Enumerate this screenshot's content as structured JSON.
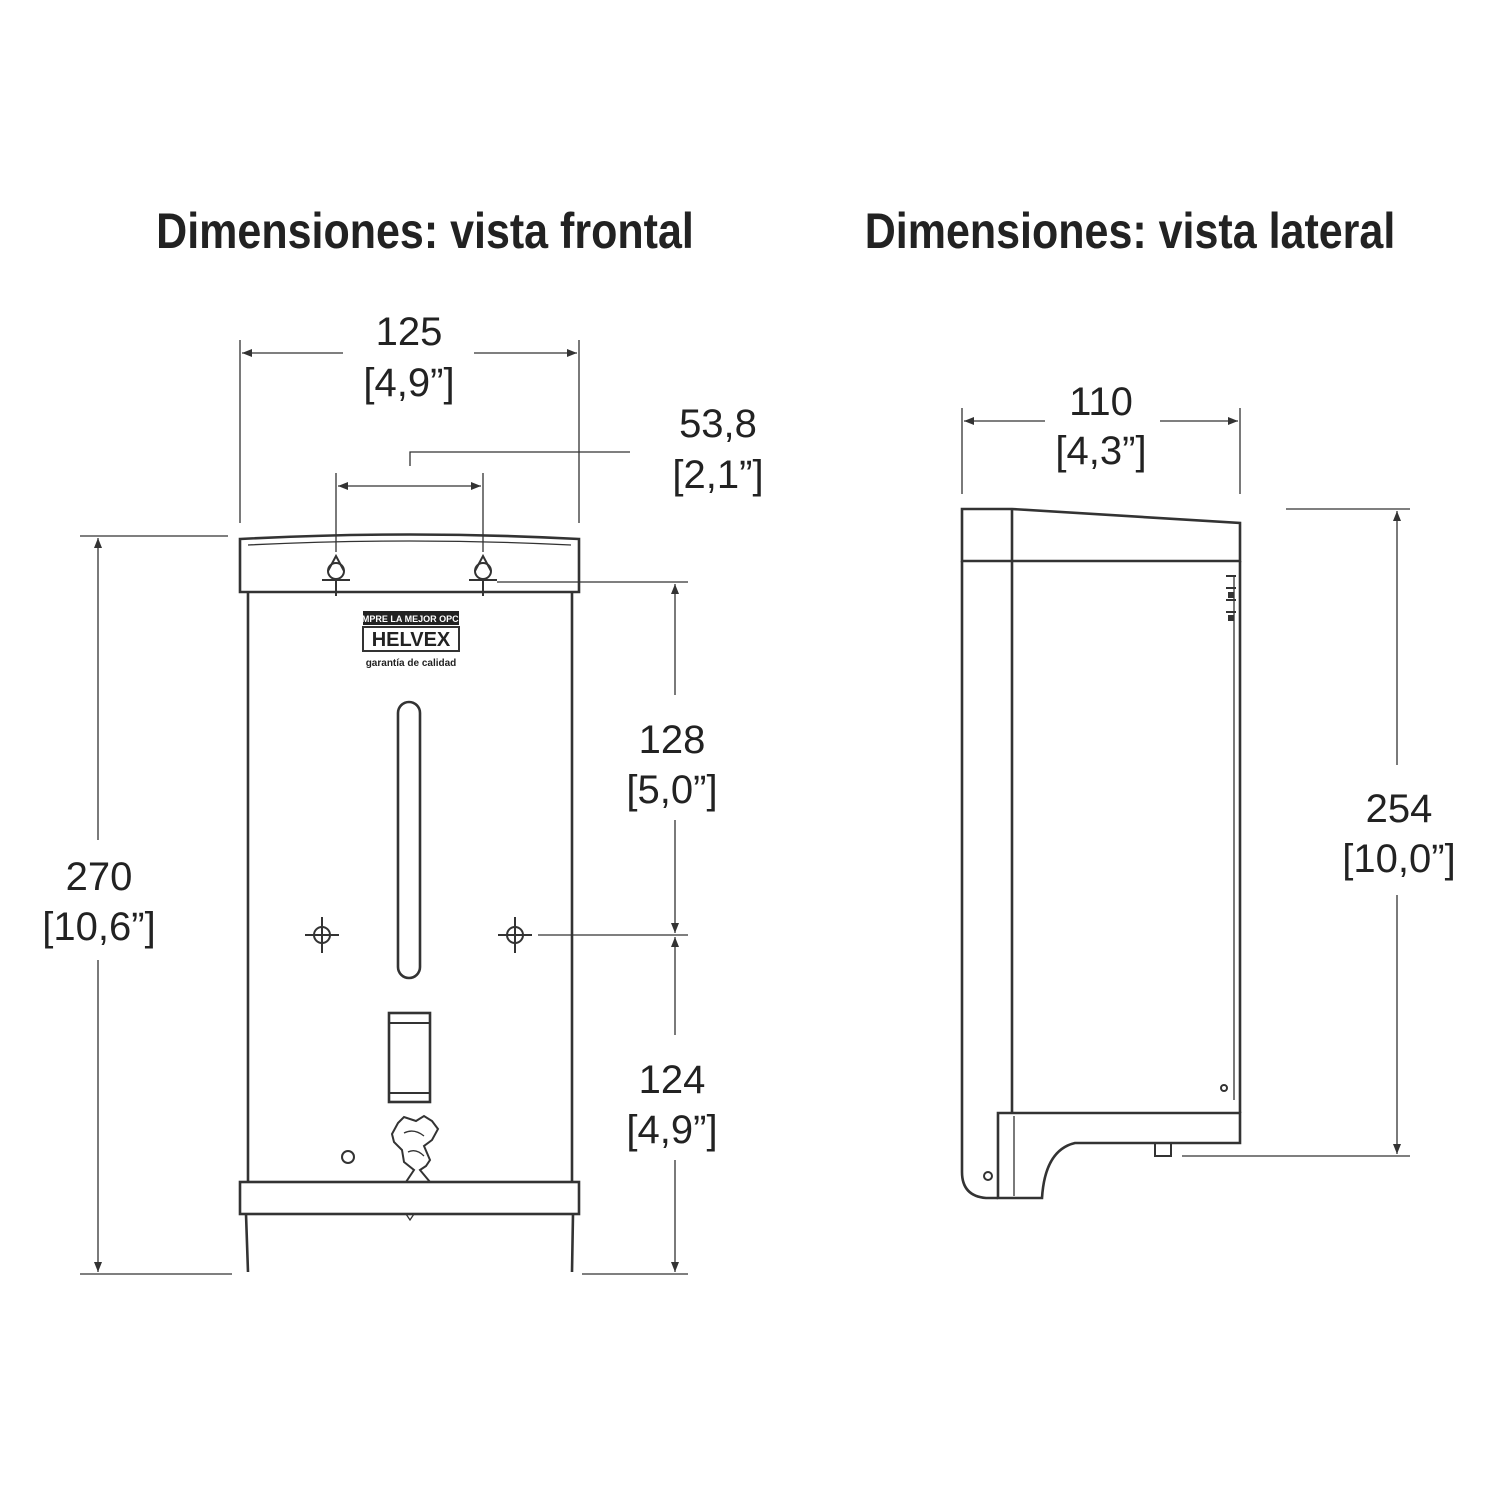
{
  "titles": {
    "front": "Dimensiones: vista frontal",
    "side": "Dimensiones: vista lateral"
  },
  "dimensions": {
    "width_front": {
      "mm": "125",
      "in": "[4,9”]"
    },
    "hole_spacing": {
      "mm": "53,8",
      "in": "[2,1”]"
    },
    "height_front": {
      "mm": "270",
      "in": "[10,6”]"
    },
    "upper_section": {
      "mm": "128",
      "in": "[5,0”]"
    },
    "lower_section": {
      "mm": "124",
      "in": "[4,9”]"
    },
    "depth_side": {
      "mm": "110",
      "in": "[4,3”]"
    },
    "height_side": {
      "mm": "254",
      "in": "[10,0”]"
    }
  },
  "logo": {
    "line1": "SIEMPRE LA MEJOR OPCIÓN",
    "brand": "HELVEX",
    "tagline": "garantía de calidad"
  }
}
